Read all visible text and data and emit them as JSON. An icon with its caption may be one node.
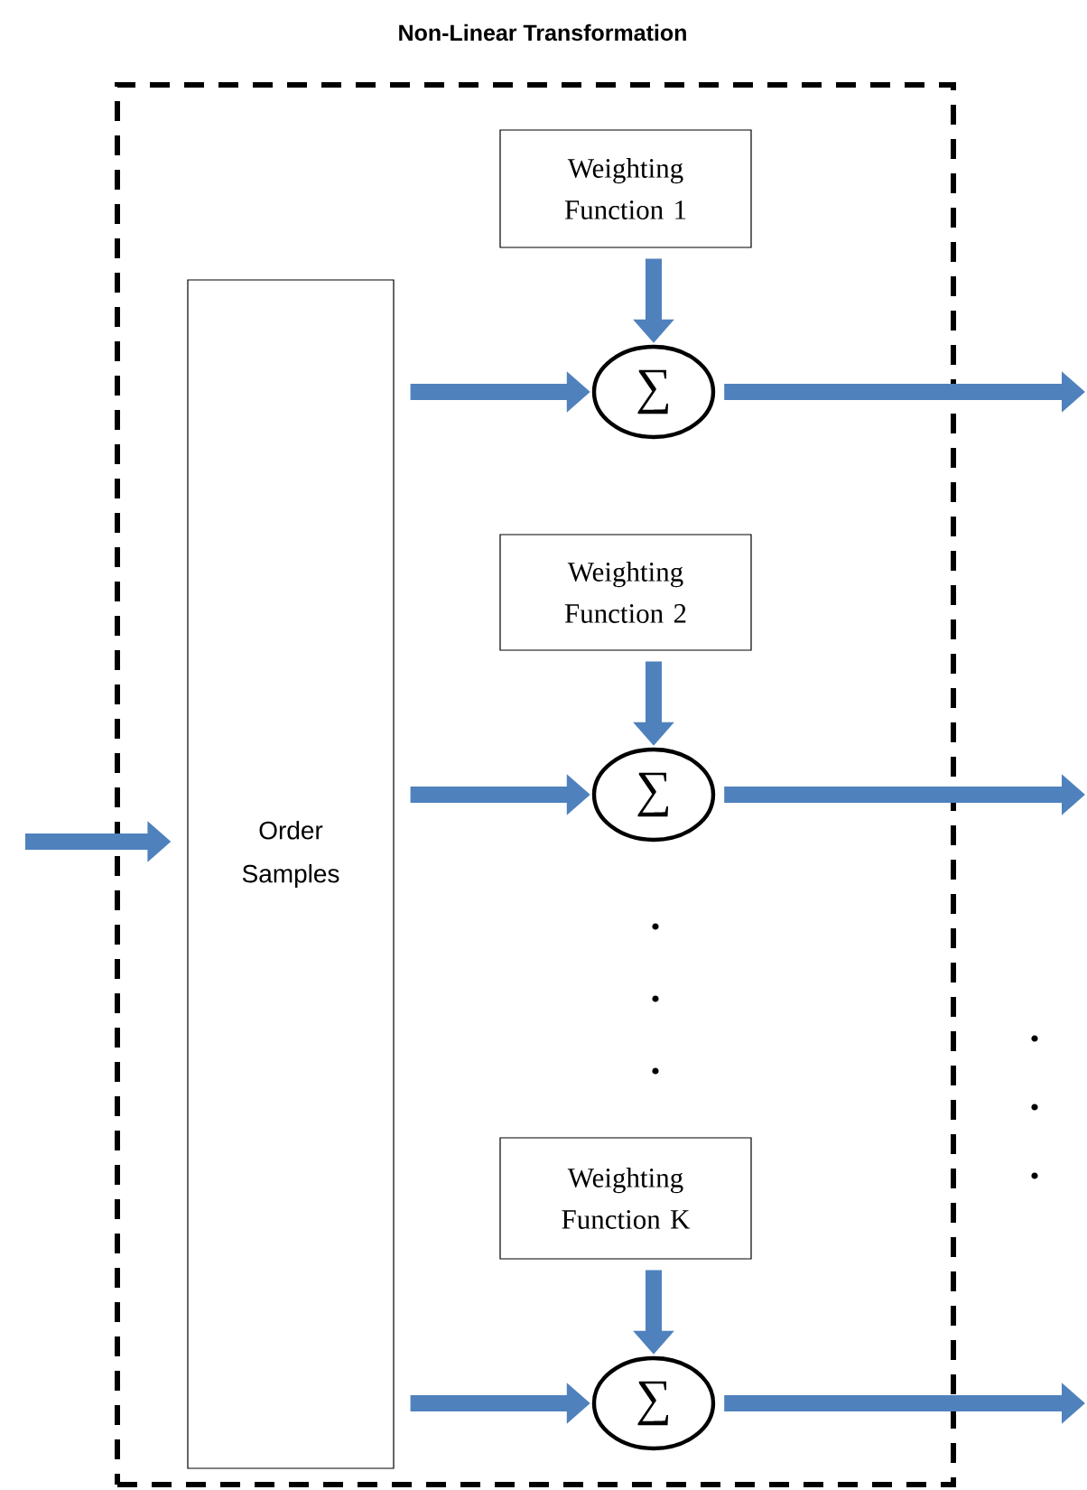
{
  "diagram": {
    "nodes": [
      {
        "text": [
          "Non-Linear Transformation"
        ]
      },
      {
        "text": [
          "Order Samples"
        ],
        "in": 0
      },
      {
        "text": [
          "Weighting Function 1"
        ],
        "in": 0
      },
      {
        "text": [
          "∑"
        ],
        "in": 0
      },
      {
        "text": [
          "Weighting Function 2"
        ],
        "in": 0
      },
      {
        "text": [
          "∑"
        ],
        "in": 0
      },
      {
        "text": [
          "Weighting Function K"
        ],
        "in": 0
      },
      {
        "text": [
          "∑"
        ],
        "in": 0
      }
    ],
    "edges": [
      {
        "from": null,
        "to": 1,
        "arrow": "to"
      },
      {
        "from": 1,
        "to": 3,
        "arrow": "to"
      },
      {
        "from": 1,
        "to": 5,
        "arrow": "to"
      },
      {
        "from": 1,
        "to": 7,
        "arrow": "to"
      },
      {
        "from": 2,
        "to": 3,
        "arrow": "to"
      },
      {
        "from": 4,
        "to": 5,
        "arrow": "to"
      },
      {
        "from": 6,
        "to": 7,
        "arrow": "to"
      },
      {
        "from": 3,
        "to": null,
        "arrow": "to"
      },
      {
        "from": 5,
        "to": null,
        "arrow": "to"
      },
      {
        "from": 7,
        "to": null,
        "arrow": "to"
      }
    ]
  }
}
